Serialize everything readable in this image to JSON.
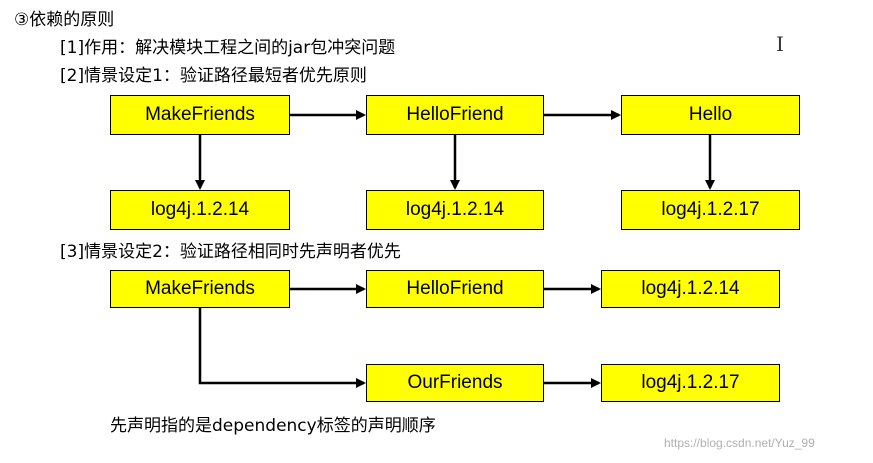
{
  "heading": "③依赖的原则",
  "lines": {
    "purpose": "[1]作用：解决模块工程之间的jar包冲突问题",
    "scenario1": "[2]情景设定1：验证路径最短者优先原则",
    "scenario2": "[3]情景设定2：验证路径相同时先声明者优先",
    "note": "先声明指的是dependency标签的声明顺序"
  },
  "scenario1": {
    "top": [
      "MakeFriends",
      "HelloFriend",
      "Hello"
    ],
    "bottom": [
      "log4j.1.2.14",
      "log4j.1.2.14",
      "log4j.1.2.17"
    ]
  },
  "scenario2": {
    "row1": [
      "MakeFriends",
      "HelloFriend",
      "log4j.1.2.14"
    ],
    "row2": [
      "OurFriends",
      "log4j.1.2.17"
    ]
  },
  "watermark": "https://blog.csdn.net/Yuz_99",
  "colors": {
    "box_fill": "#ffff00",
    "box_border": "#000000"
  }
}
